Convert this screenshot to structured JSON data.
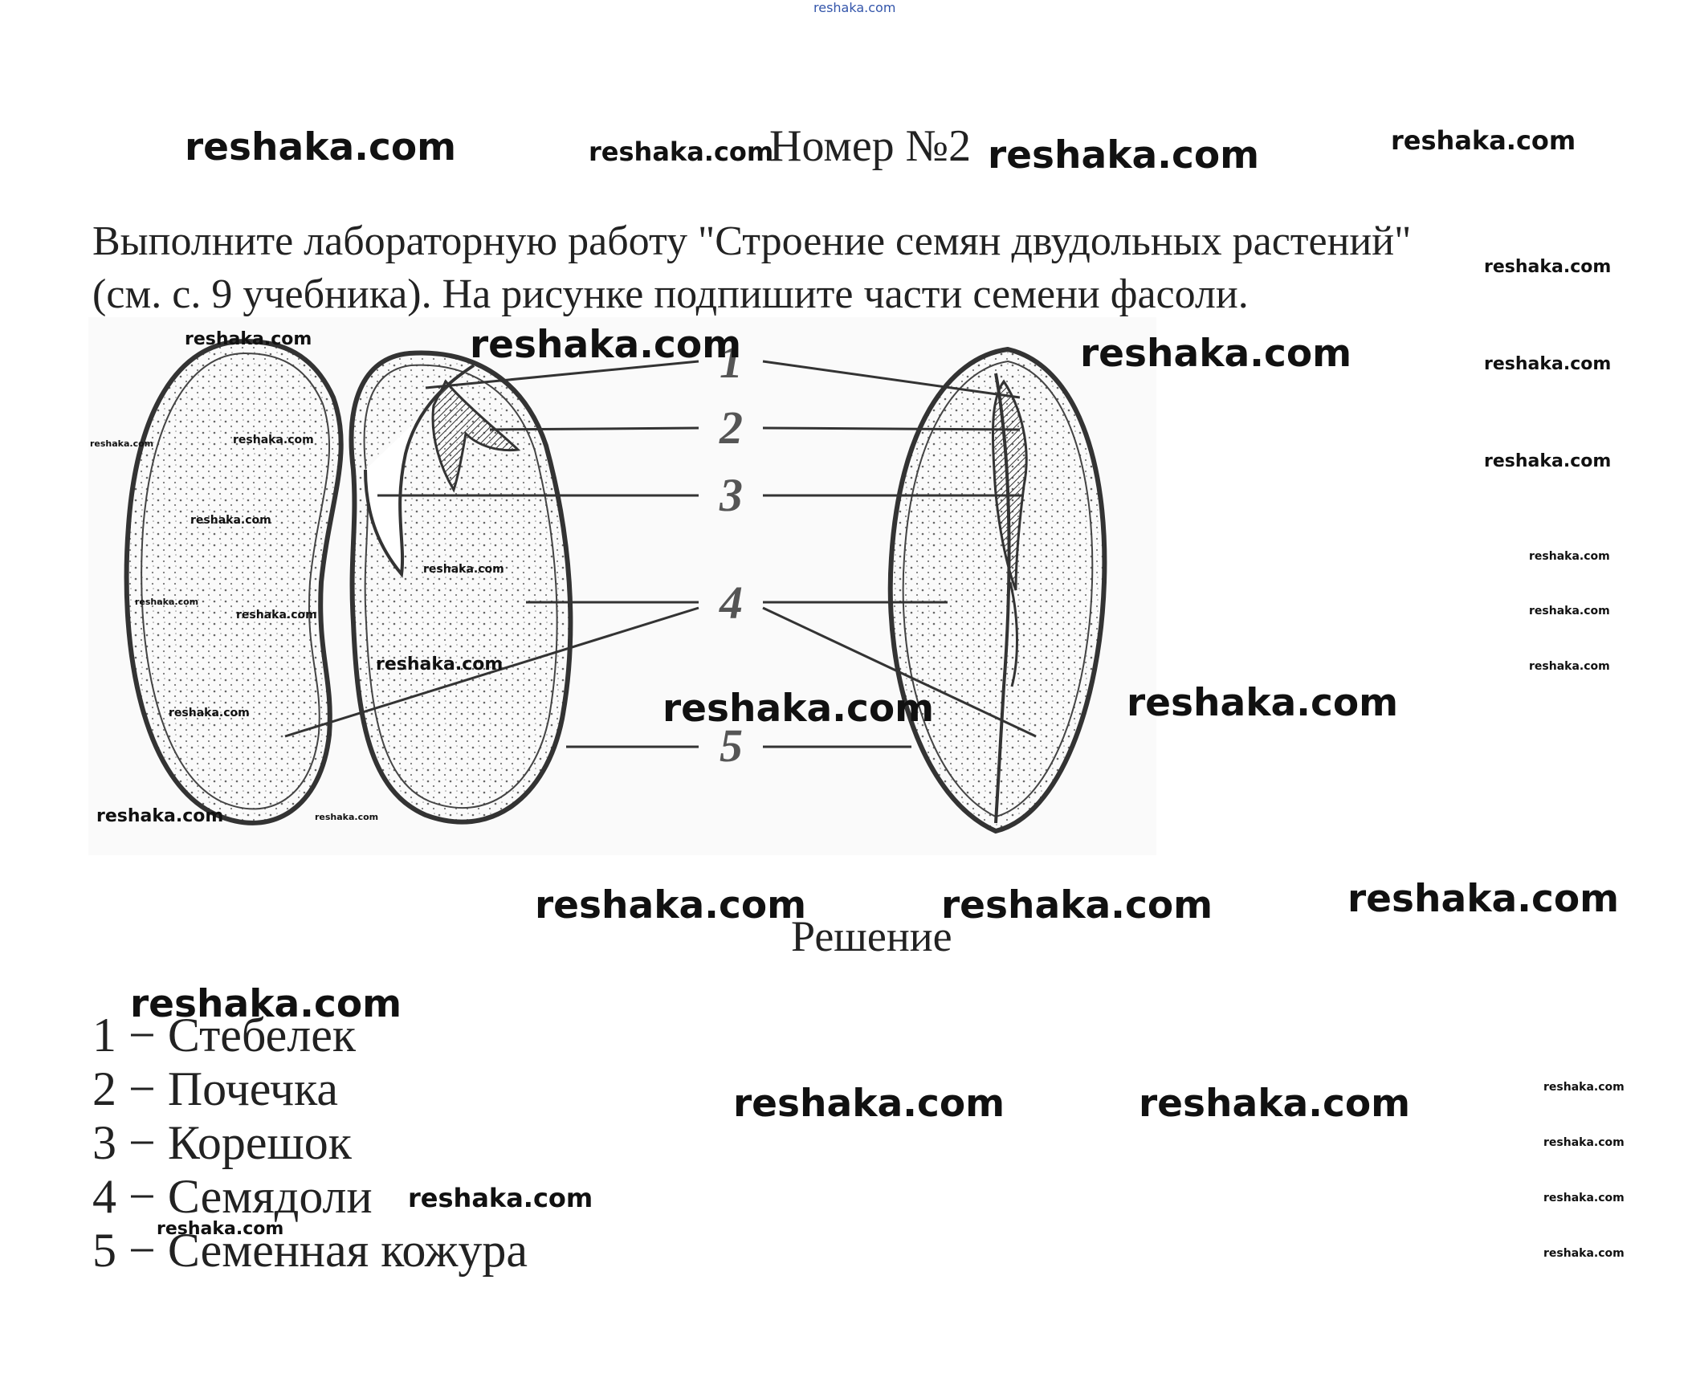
{
  "top_watermark": "reshaka.com",
  "title": "Номер №2",
  "task_lines": [
    "Выполните лабораторную работу \"Строение семян двудольных растений\"",
    "(см. с. 9 учебника). На рисунке подпишите части семени фасоли."
  ],
  "figure_labels": [
    "1",
    "2",
    "3",
    "4",
    "5"
  ],
  "solution_heading": "Решение",
  "answers": [
    "1 − Стебелек",
    "2 − Почечка",
    "3 − Корешок",
    "4 − Семядоли",
    "5 − Семенная кожура"
  ],
  "watermark": "reshaka.com"
}
